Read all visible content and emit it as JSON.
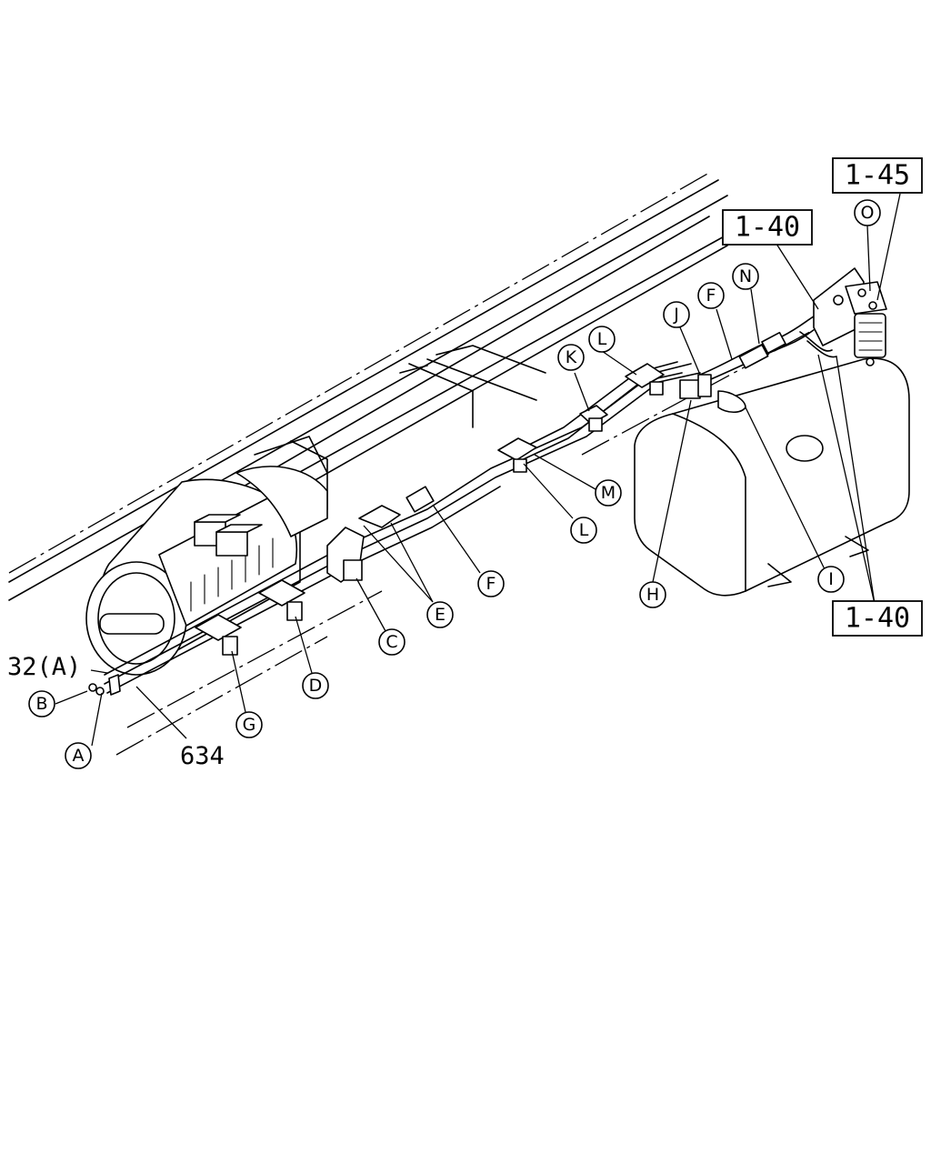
{
  "diagram": {
    "callouts": {
      "A": "A",
      "B": "B",
      "C": "C",
      "D": "D",
      "E": "E",
      "F1": "F",
      "F2": "F",
      "G": "G",
      "H": "H",
      "I": "I",
      "J": "J",
      "K": "K",
      "L1": "L",
      "L2": "L",
      "M": "M",
      "N": "N",
      "O": "O"
    },
    "refs": {
      "ref_145": "1-45",
      "ref_140_top": "1-40",
      "ref_140_bottom": "1-40"
    },
    "part_numbers": {
      "p32": "32(A)",
      "p634": "634"
    }
  }
}
